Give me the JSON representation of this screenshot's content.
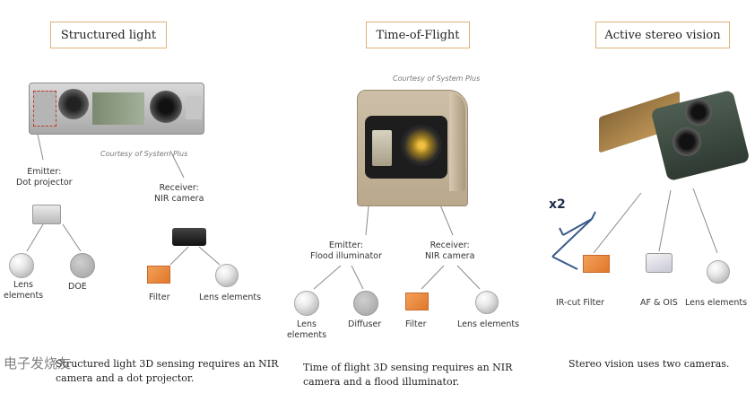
{
  "sections": {
    "structured_light": {
      "title": "Structured light",
      "courtesy": "Courtesy of System Plus",
      "emitter_label": "Emitter:\nDot projector",
      "receiver_label": "Receiver:\nNIR camera",
      "components": [
        "Lens elements",
        "DOE",
        "Filter",
        "Lens elements"
      ],
      "caption_line1": "Structured light 3D sensing requires an NIR",
      "caption_line2": "camera and a dot projector."
    },
    "time_of_flight": {
      "title": "Time-of-Flight",
      "courtesy": "Courtesy of System Plus",
      "emitter_label": "Emitter:\nFlood illuminator",
      "receiver_label": "Receiver:\nNIR camera",
      "components": [
        "Lens elements",
        "Diffuser",
        "Filter",
        "Lens elements"
      ],
      "caption_line1": "Time of flight 3D sensing requires an NIR",
      "caption_line2": "camera and a flood illuminator."
    },
    "active_stereo": {
      "title": "Active stereo vision",
      "multiplier": "x2",
      "components": [
        "IR-cut Filter",
        "AF & OIS",
        "Lens elements"
      ],
      "caption_line1": "Stereo vision uses two cameras."
    }
  },
  "watermark": "电子发烧友"
}
